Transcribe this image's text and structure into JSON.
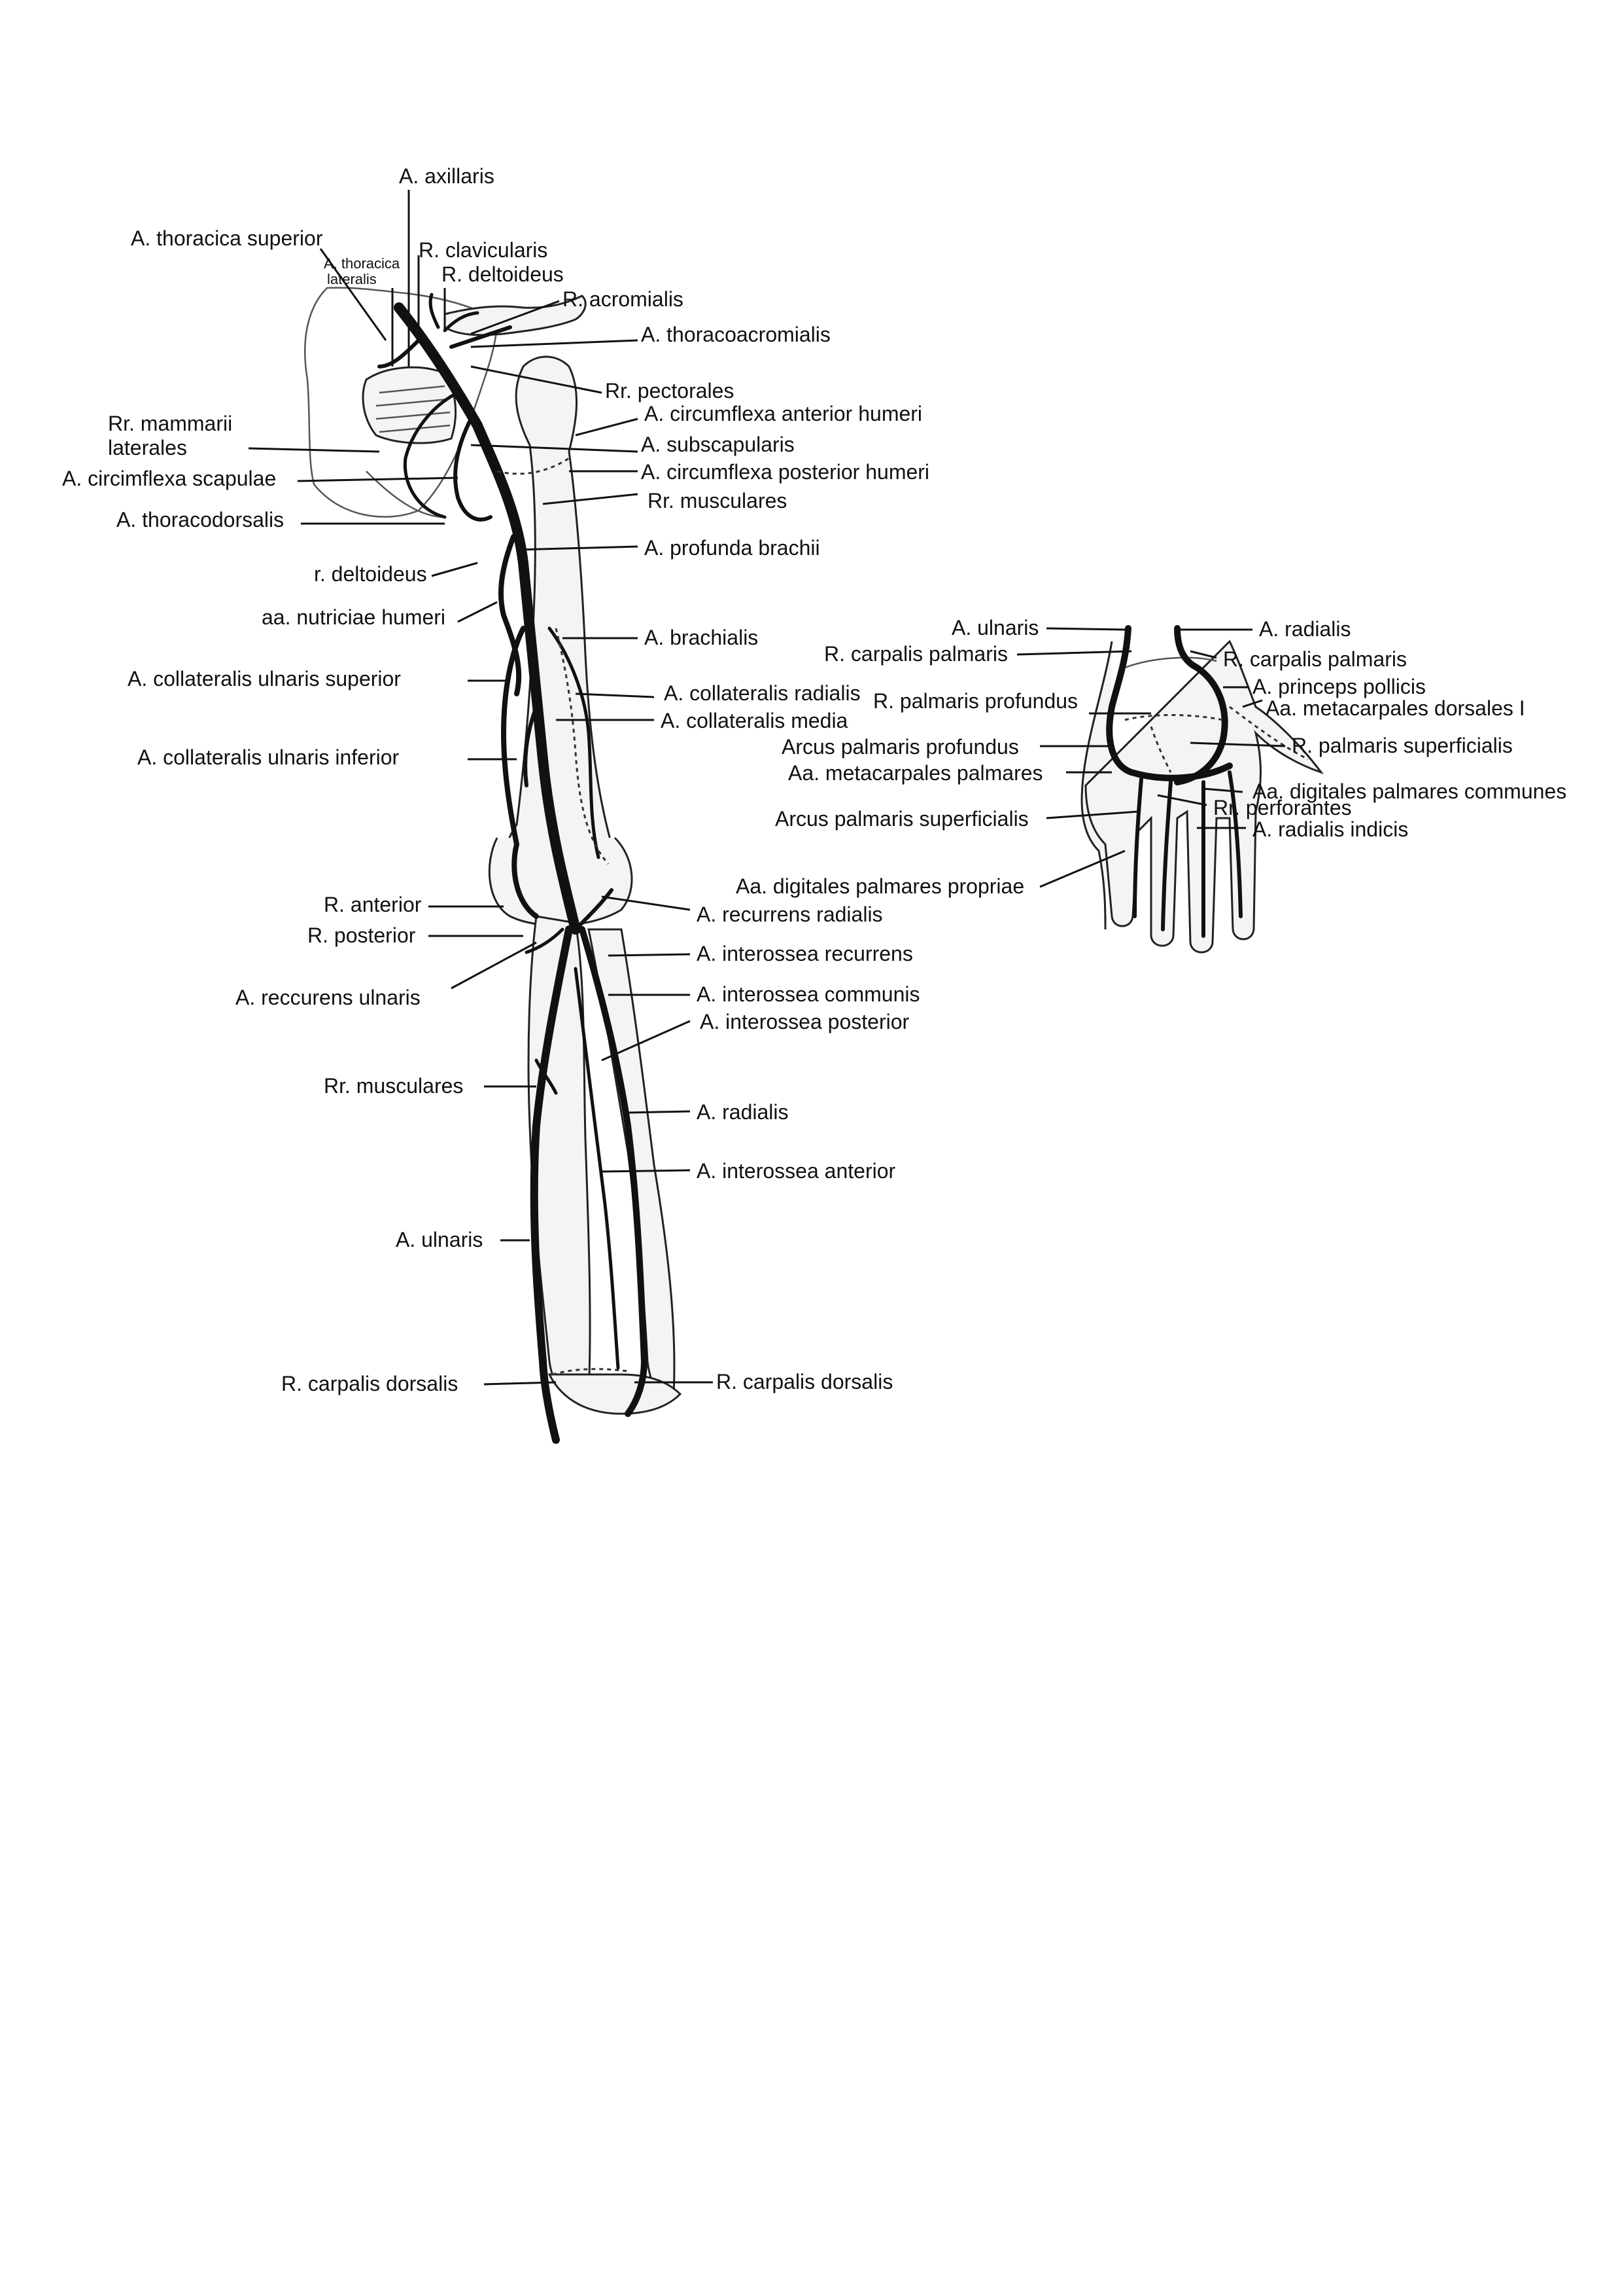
{
  "arm_labels": {
    "axillaris": "A. axillaris",
    "thoracica_superior": "A. thoracica superior",
    "thoracica_lateralis_1": "A. thoracica",
    "thoracica_lateralis_2": "lateralis",
    "clavicularis": "R. clavicularis",
    "deltoideus_upper": "R. deltoideus",
    "acromialis": "R. acromialis",
    "thoracoacromialis": "A. thoracoacromialis",
    "pectorales": "Rr. pectorales",
    "circumflexa_anterior": "A. circumflexa anterior humeri",
    "mammarii_1": "Rr. mammarii",
    "mammarii_2": "laterales",
    "subscapularis": "A. subscapularis",
    "circimflexa_scapulae": "A. circimflexa scapulae",
    "circumflexa_posterior": "A. circumflexa posterior humeri",
    "musculares_upper": "Rr. musculares",
    "thoracodorsalis": "A. thoracodorsalis",
    "profunda_brachii": "A. profunda brachii",
    "deltoideus_lower": "r. deltoideus",
    "nutriciae": "aa. nutriciae humeri",
    "brachialis": "A. brachialis",
    "coll_ulnaris_sup": "A. collateralis ulnaris superior",
    "coll_radialis": "A. collateralis radialis",
    "coll_media": "A. collateralis media",
    "coll_ulnaris_inf": "A. collateralis ulnaris inferior",
    "r_anterior": "R. anterior",
    "recurrens_radialis": "A. recurrens radialis",
    "r_posterior": "R. posterior",
    "interossea_recurrens": "A. interossea recurrens",
    "reccurens_ulnaris": "A. reccurens ulnaris",
    "interossea_communis": "A. interossea communis",
    "interossea_posterior": "A. interossea posterior",
    "musculares_lower": "Rr. musculares",
    "radialis_forearm": "A. radialis",
    "interossea_anterior": "A. interossea anterior",
    "ulnaris_forearm": "A. ulnaris",
    "carpalis_dorsalis_left": "R. carpalis dorsalis",
    "carpalis_dorsalis_right": "R. carpalis dorsalis"
  },
  "hand_labels": {
    "ulnaris": "A. ulnaris",
    "radialis": "A. radialis",
    "carpalis_palmaris_left": "R. carpalis palmaris",
    "carpalis_palmaris_right": "R. carpalis palmaris",
    "palmaris_profundus": "R. palmaris profundus",
    "princeps_pollicis": "A. princeps pollicis",
    "metacarpales_dorsales": "Aa. metacarpales dorsales I",
    "arcus_profundus": "Arcus palmaris profundus",
    "palmaris_superficialis": "R. palmaris superficialis",
    "metacarpales_palmares": "Aa. metacarpales palmares",
    "digitales_communes": "Aa. digitales palmares communes",
    "arcus_superficialis": "Arcus palmaris superficialis",
    "perforantes": "Rr. perforantes",
    "radialis_indicis": "A. radialis indicis",
    "digitales_propriae": "Aa. digitales palmares propriae"
  },
  "colors": {
    "ink": "#111111",
    "background": "#ffffff"
  }
}
